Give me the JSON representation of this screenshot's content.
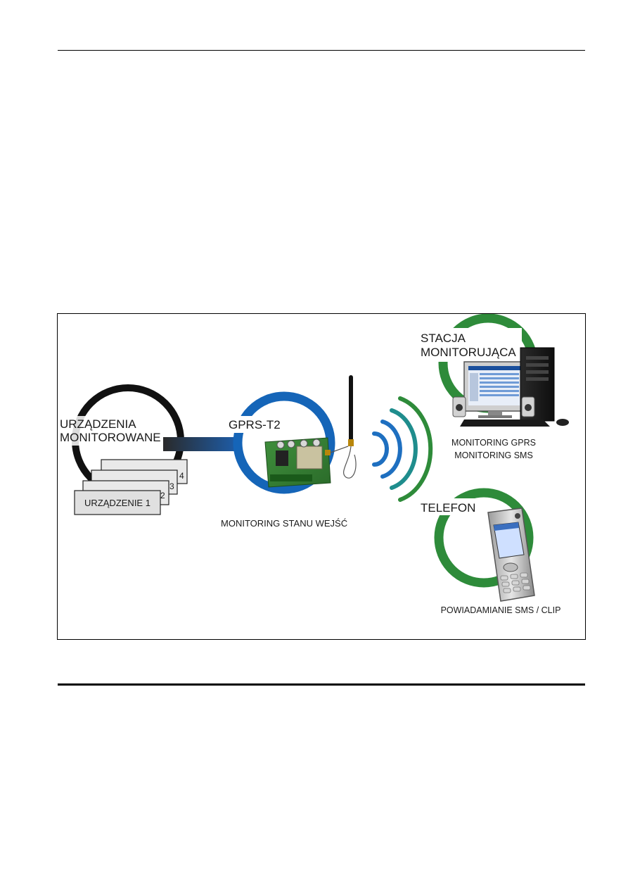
{
  "diagram": {
    "monitored_devices": {
      "title_line1": "URZĄDZENIA",
      "title_line2": "MONITOROWANE",
      "device_label": "URZĄDZENIE 1",
      "stack_numbers": [
        "2",
        "3",
        "4"
      ]
    },
    "module": {
      "name": "GPRS-T2",
      "caption": "MONITORING STANU WEJŚĆ"
    },
    "station": {
      "title_line1": "STACJA",
      "title_line2": "MONITORUJĄCA",
      "caption_line1": "MONITORING GPRS",
      "caption_line2": "MONITORING SMS"
    },
    "phone": {
      "title": "TELEFON",
      "caption": "POWIADAMIANIE SMS / CLIP"
    },
    "colors": {
      "devices_ring": "#111111",
      "module_ring": "#1565b8",
      "station_ring": "#2e8b3a",
      "wave_blue": "#1e6fc0",
      "wave_teal": "#1f8d8d",
      "wave_green": "#2e8b3a"
    }
  }
}
